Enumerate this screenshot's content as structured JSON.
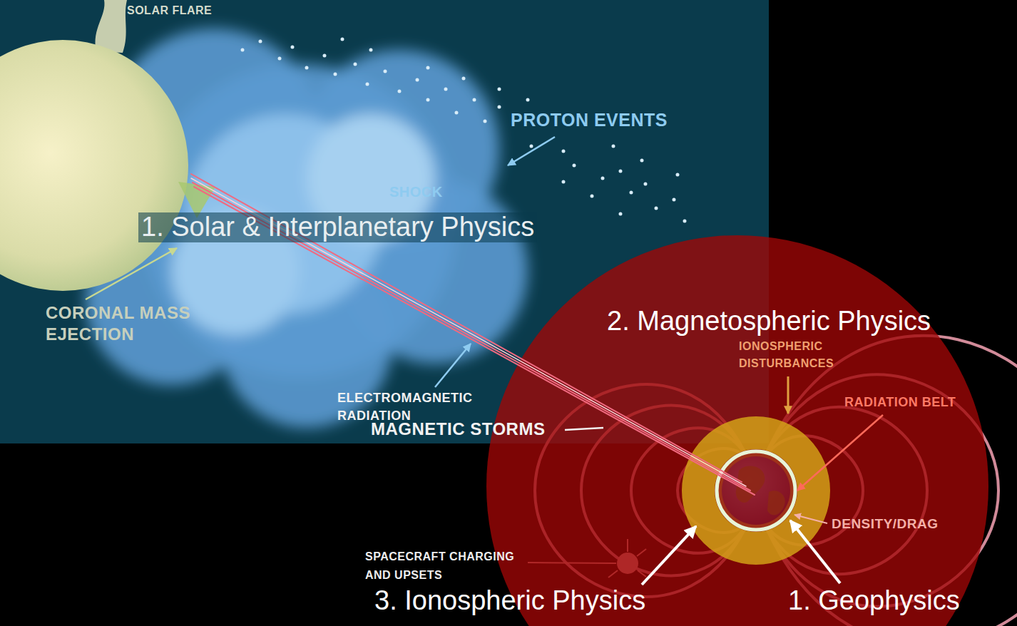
{
  "diagram": {
    "nodes": [
      {
        "text": [
          "1. Solar & Interplanetary Physics"
        ]
      },
      {
        "text": [
          "2. Magnetospheric Physics"
        ]
      },
      {
        "text": [
          "3. Ionospheric Physics"
        ],
        "in": 1
      },
      {
        "text": [
          "1. Geophysics"
        ],
        "in": 2
      }
    ],
    "labels": [
      "SOLAR FLARE",
      "PROTON EVENTS",
      "SHOCK",
      "CORONAL MASS EJECTION",
      "ELECTROMAGNETIC RADIATION",
      "MAGNETIC STORMS",
      "IONOSPHERIC DISTURBANCES",
      "RADIATION BELT",
      "DENSITY/DRAG",
      "SPACECRAFT CHARGING AND UPSETS"
    ]
  }
}
